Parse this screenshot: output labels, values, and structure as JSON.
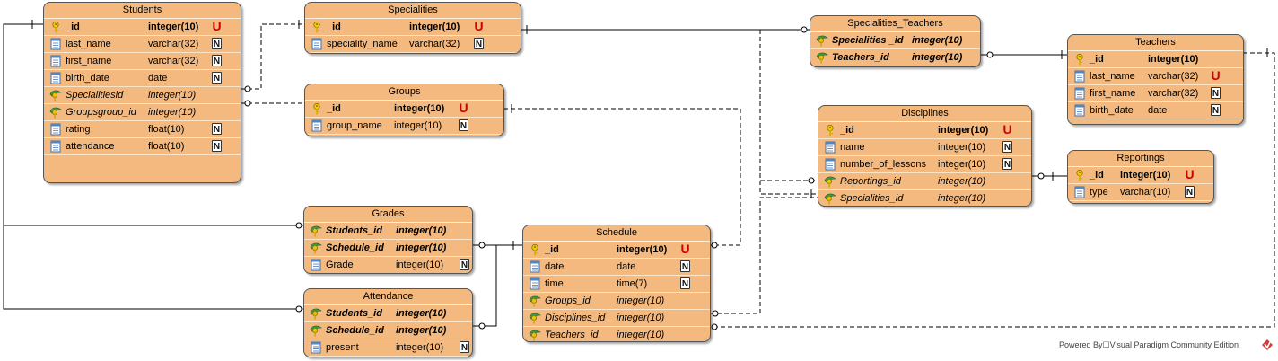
{
  "footer_text": "Powered By☐Visual Paradigm Community Edition",
  "colors": {
    "entity_fill": "#f4b97f",
    "border": "#555555",
    "unique_badge": "#d00000",
    "pk_key": "#e6b800",
    "fk_key": "#2e8b57"
  },
  "entities": {
    "students": {
      "title": "Students",
      "columns": [
        {
          "name": "_id",
          "type": "integer(10)",
          "badge": "U"
        },
        {
          "name": "last_name",
          "type": "varchar(32)",
          "badge": "N"
        },
        {
          "name": "first_name",
          "type": "varchar(32)",
          "badge": "N"
        },
        {
          "name": "birth_date",
          "type": "date",
          "badge": "N"
        },
        {
          "name": "Specialitiesid",
          "type": "integer(10)",
          "badge": ""
        },
        {
          "name": "Groupsgroup_id",
          "type": "integer(10)",
          "badge": ""
        },
        {
          "name": "rating",
          "type": "float(10)",
          "badge": "N"
        },
        {
          "name": "attendance",
          "type": "float(10)",
          "badge": "N"
        }
      ]
    },
    "specialities": {
      "title": "Specialities",
      "columns": [
        {
          "name": "_id",
          "type": "integer(10)",
          "badge": "U"
        },
        {
          "name": "speciality_name",
          "type": "varchar(32)",
          "badge": "N"
        }
      ]
    },
    "groups": {
      "title": "Groups",
      "columns": [
        {
          "name": "_id",
          "type": "integer(10)",
          "badge": "U"
        },
        {
          "name": "group_name",
          "type": "integer(10)",
          "badge": "N"
        }
      ]
    },
    "specialities_teachers": {
      "title": "Specialities_Teachers",
      "columns": [
        {
          "name": "Specialities _id",
          "type": "integer(10)",
          "badge": ""
        },
        {
          "name": "Teachers_id",
          "type": "integer(10)",
          "badge": ""
        }
      ]
    },
    "teachers": {
      "title": "Teachers",
      "columns": [
        {
          "name": "_id",
          "type": "integer(10)",
          "badge": ""
        },
        {
          "name": "last_name",
          "type": "varchar(32)",
          "badge": "U"
        },
        {
          "name": "first_name",
          "type": "varchar(32)",
          "badge": "N"
        },
        {
          "name": "birth_date",
          "type": "date",
          "badge": "N"
        }
      ]
    },
    "disciplines": {
      "title": "Disciplines",
      "columns": [
        {
          "name": "_id",
          "type": "integer(10)",
          "badge": "U"
        },
        {
          "name": "name",
          "type": "integer(10)",
          "badge": "N"
        },
        {
          "name": "number_of_lessons",
          "type": "integer(10)",
          "badge": "N"
        },
        {
          "name": "Reportings_id",
          "type": "integer(10)",
          "badge": ""
        },
        {
          "name": "Specialities_id",
          "type": "integer(10)",
          "badge": ""
        }
      ]
    },
    "reportings": {
      "title": "Reportings",
      "columns": [
        {
          "name": "_id",
          "type": "integer(10)",
          "badge": "U"
        },
        {
          "name": "type",
          "type": "varchar(10)",
          "badge": "N"
        }
      ]
    },
    "grades": {
      "title": "Grades",
      "columns": [
        {
          "name": "Students_id",
          "type": "integer(10)",
          "badge": ""
        },
        {
          "name": "Schedule_id",
          "type": "integer(10)",
          "badge": ""
        },
        {
          "name": "Grade",
          "type": "integer(10)",
          "badge": "N"
        }
      ]
    },
    "attendance": {
      "title": "Attendance",
      "columns": [
        {
          "name": "Students_id",
          "type": "integer(10)",
          "badge": ""
        },
        {
          "name": "Schedule_id",
          "type": "integer(10)",
          "badge": ""
        },
        {
          "name": "present",
          "type": "integer(10)",
          "badge": "N"
        }
      ]
    },
    "schedule": {
      "title": "Schedule",
      "columns": [
        {
          "name": "_id",
          "type": "integer(10)",
          "badge": "U"
        },
        {
          "name": "date",
          "type": "date",
          "badge": "N"
        },
        {
          "name": "time",
          "type": "time(7)",
          "badge": "N"
        },
        {
          "name": "Groups_id",
          "type": "integer(10)",
          "badge": ""
        },
        {
          "name": "Disciplines_id",
          "type": "integer(10)",
          "badge": ""
        },
        {
          "name": "Teachers_id",
          "type": "integer(10)",
          "badge": ""
        }
      ]
    }
  }
}
